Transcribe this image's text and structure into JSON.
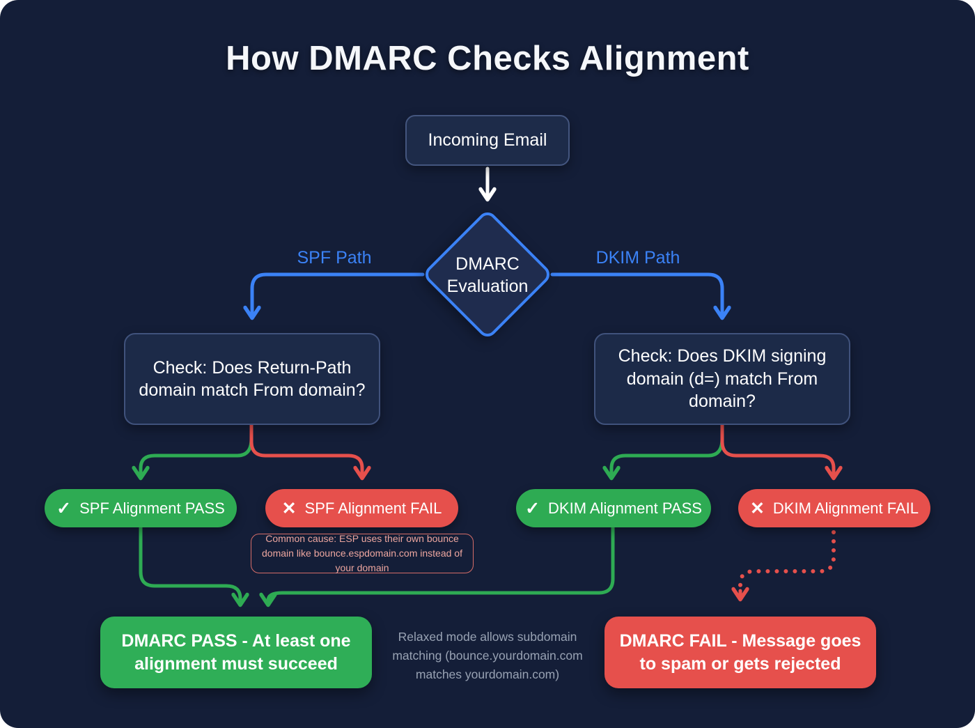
{
  "title": "How DMARC Checks Alignment",
  "colors": {
    "background": "#141E38",
    "panel_fill": "#1C2A48",
    "panel_border": "#40527C",
    "blue_accent": "#3B82F6",
    "green_accent": "#2EAB53",
    "red_accent": "#E6504C",
    "salmon_note": "#EDA69F",
    "gray_note": "#98A2B3"
  },
  "flow": {
    "incoming": "Incoming Email",
    "evaluation": "DMARC Evaluation",
    "spf_path": "SPF Path",
    "dkim_path": "DKIM Path",
    "spf_check": "Check: Does Return-Path domain match From domain?",
    "dkim_check": "Check: Does DKIM signing domain (d=) match From domain?",
    "spf_pass": {
      "icon": "✓",
      "label": "SPF Alignment PASS"
    },
    "spf_fail": {
      "icon": "✕",
      "label": "SPF Alignment FAIL"
    },
    "dkim_pass": {
      "icon": "✓",
      "label": "DKIM Alignment PASS"
    },
    "dkim_fail": {
      "icon": "✕",
      "label": "DKIM Alignment FAIL"
    },
    "spf_fail_note": "Common cause: ESP uses their own bounce domain like bounce.espdomain.com instead of your domain",
    "dmarc_pass": "DMARC PASS - At least one alignment must succeed",
    "dmarc_fail": "DMARC FAIL - Message goes to spam or gets rejected",
    "relaxed_note": "Relaxed mode allows subdomain matching (bounce.yourdomain.com matches yourdomain.com)"
  }
}
